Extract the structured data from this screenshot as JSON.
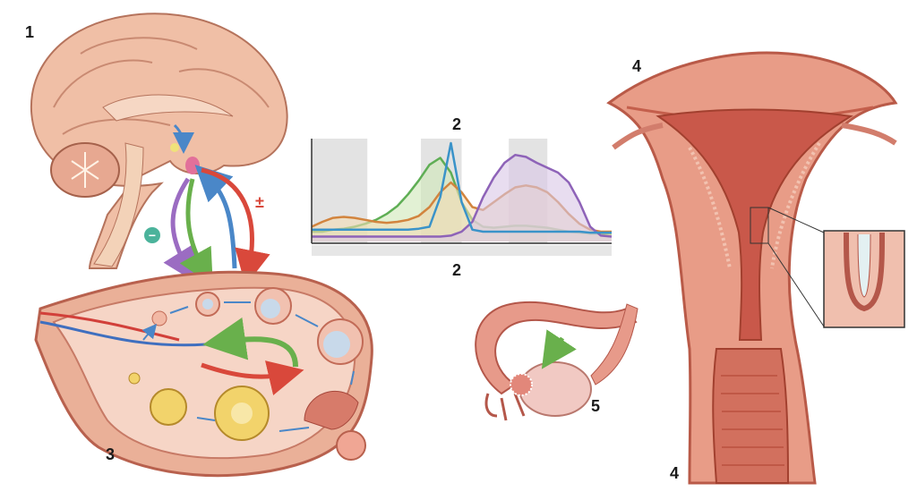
{
  "labels": {
    "brain": "1",
    "chart_top": "2",
    "chart_bottom": "2",
    "ovary": "3",
    "uterus_top": "4",
    "uterus_bottom": "4",
    "fallopian_tube": "5"
  },
  "symbols": {
    "inhibition_sign": "−",
    "feedback_sign": "±"
  },
  "colors": {
    "tissue": "#e9a08c",
    "tissue_dark": "#c8604f",
    "brain": "#f0bfa6",
    "follicle_yellow": "#f2d36b",
    "arrow_blue": "#4a87c8",
    "arrow_red": "#d9483b",
    "arrow_green": "#69b04c",
    "arrow_purple": "#9b6cc2"
  },
  "chart_data": {
    "type": "area",
    "title": "",
    "xlabel": "",
    "ylabel": "",
    "xlim": [
      0,
      28
    ],
    "ylim": [
      0,
      100
    ],
    "grid": false,
    "shaded_bands": [
      [
        0,
        5.2
      ],
      [
        10.2,
        14
      ],
      [
        18.4,
        22
      ]
    ],
    "x": [
      0,
      1,
      2,
      3,
      4,
      5,
      6,
      7,
      8,
      9,
      10,
      11,
      12,
      13,
      14,
      15,
      16,
      17,
      18,
      19,
      20,
      21,
      22,
      23,
      24,
      25,
      26,
      27,
      28
    ],
    "series": [
      {
        "name": "green",
        "color": "#5fae55",
        "fill": "#cfe8b8",
        "values": [
          10,
          10,
          12,
          13,
          15,
          18,
          22,
          28,
          36,
          48,
          62,
          78,
          85,
          70,
          40,
          22,
          15,
          14,
          15,
          16,
          16,
          15,
          14,
          12,
          10,
          9,
          8,
          8,
          8
        ]
      },
      {
        "name": "orange",
        "color": "#d2843e",
        "fill": "#f3dcb4",
        "values": [
          15,
          20,
          24,
          25,
          24,
          22,
          20,
          19,
          20,
          22,
          26,
          35,
          50,
          60,
          50,
          35,
          32,
          40,
          48,
          55,
          57,
          55,
          50,
          40,
          28,
          18,
          12,
          10,
          10
        ]
      },
      {
        "name": "purple",
        "color": "#8e63b8",
        "fill": "#d9c6e6",
        "values": [
          5,
          5,
          5,
          5,
          5,
          5,
          5,
          5,
          5,
          5,
          5,
          5,
          5,
          6,
          10,
          20,
          45,
          65,
          80,
          88,
          86,
          80,
          75,
          70,
          60,
          40,
          15,
          6,
          5
        ]
      },
      {
        "name": "blue",
        "color": "#3a93c9",
        "fill": "none",
        "values": [
          12,
          12,
          12,
          12,
          12,
          12,
          12,
          12,
          12,
          12,
          13,
          15,
          45,
          100,
          40,
          12,
          10,
          10,
          10,
          10,
          10,
          10,
          10,
          10,
          10,
          10,
          9,
          9,
          9
        ]
      }
    ]
  }
}
